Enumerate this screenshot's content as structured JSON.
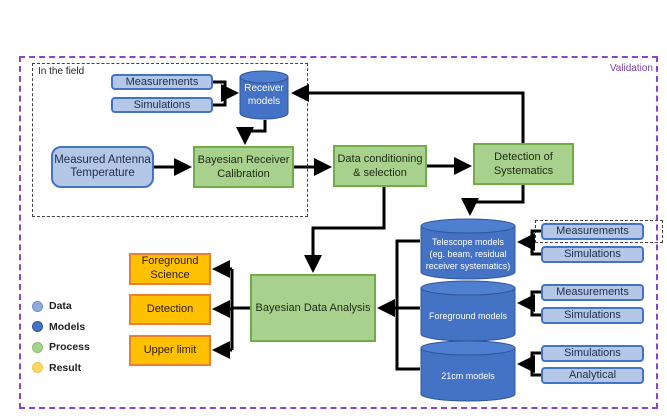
{
  "containers": {
    "validation_label": "Validation",
    "field_label": "In the field"
  },
  "field": {
    "measurements": "Measurements",
    "simulations": "Simulations",
    "receiver_models": "Receiver models",
    "measured_antenna": "Measured Antenna Temperature",
    "bayes_receiver": "Bayesian Receiver Calibration"
  },
  "pipeline": {
    "data_conditioning": "Data conditioning & selection",
    "detection_systematics": "Detection of Systematics",
    "bayes_analysis": "Bayesian Data Analysis"
  },
  "models": {
    "telescope": "Telescope models (eg. beam, residual receiver systematics)",
    "foreground": "Foreground models",
    "cm21": "21cm models"
  },
  "inputs": {
    "telescope": [
      "Measurements",
      "Simulations"
    ],
    "foreground": [
      "Measurements",
      "Simulations"
    ],
    "cm21": [
      "Simulations",
      "Analytical"
    ]
  },
  "results": [
    "Foreground Science",
    "Detection",
    "Upper limit"
  ],
  "legend": [
    {
      "label": "Data",
      "color": "#8faadc"
    },
    {
      "label": "Models",
      "color": "#4472c4"
    },
    {
      "label": "Process",
      "color": "#a9d18e"
    },
    {
      "label": "Result",
      "color": "#ffd966"
    }
  ]
}
